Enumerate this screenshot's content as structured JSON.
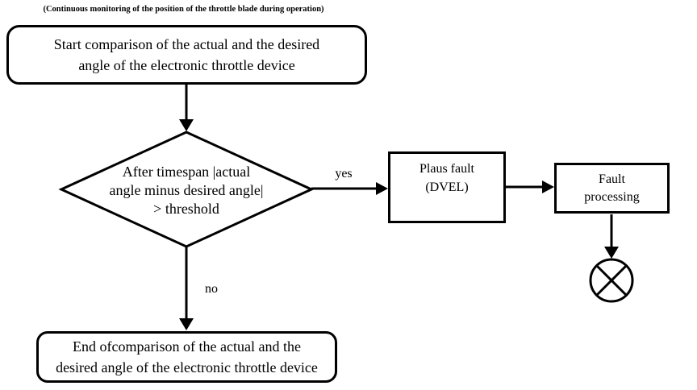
{
  "title": "(Continuous monitoring of the position of the throttle blade during operation)",
  "nodes": {
    "start": {
      "lines": [
        "Start comparison of the actual and the desired",
        "angle of the electronic throttle device"
      ]
    },
    "decision": {
      "lines": [
        "After timespan |actual",
        "angle minus desired angle|",
        "> threshold"
      ]
    },
    "plaus_fault": {
      "lines": [
        "Plaus fault",
        "(DVEL)"
      ]
    },
    "fault_processing": {
      "lines": [
        "Fault",
        "processing"
      ]
    },
    "end": {
      "lines": [
        "End ofcomparison of the actual and the",
        "desired angle of the electronic throttle device"
      ]
    }
  },
  "edges": {
    "yes_label": "yes",
    "no_label": "no"
  },
  "colors": {
    "ink": "#000000",
    "background": "#ffffff"
  }
}
